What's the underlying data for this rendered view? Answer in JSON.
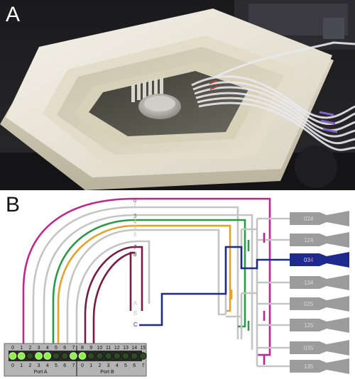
{
  "panels": {
    "a_label": "A",
    "b_label": "B"
  },
  "colors": {
    "magenta": "#c0268e",
    "green": "#2a9a46",
    "orange": "#e8a22c",
    "maroon": "#7a1a45",
    "navy": "#1e2a8c",
    "gray": "#c4c4c4",
    "chip": "#9c9c9c"
  },
  "top_labels": [
    {
      "text": "0",
      "color": "magenta"
    },
    {
      "text": "1",
      "color": "gray"
    },
    {
      "text": "3",
      "color": "green"
    },
    {
      "text": "4",
      "color": "orange"
    },
    {
      "text": "5",
      "color": "gray"
    },
    {
      "text": "6",
      "color": "gray"
    },
    {
      "text": "7",
      "color": "maroon"
    },
    {
      "text": "8",
      "color": "maroon"
    }
  ],
  "mid_labels": [
    {
      "text": "A",
      "color": "gray"
    },
    {
      "text": "B",
      "color": "gray"
    },
    {
      "text": "C",
      "color": "navy"
    }
  ],
  "outputs": [
    {
      "text": "024",
      "active": false
    },
    {
      "text": "124",
      "active": false
    },
    {
      "text": "034",
      "active": true
    },
    {
      "text": "134",
      "active": false
    },
    {
      "text": "025",
      "active": false
    },
    {
      "text": "125",
      "active": false
    },
    {
      "text": "035",
      "active": false
    },
    {
      "text": "135",
      "active": false
    }
  ],
  "port_a": {
    "name": "Port A",
    "numbers": [
      "0",
      "1",
      "2",
      "3",
      "4",
      "5",
      "6",
      "7"
    ],
    "bottom_numbers": [
      "0",
      "1",
      "2",
      "3",
      "4",
      "5",
      "6",
      "7"
    ],
    "lit": [
      true,
      true,
      false,
      true,
      true,
      false,
      false,
      true
    ]
  },
  "port_b": {
    "name": "Port B",
    "numbers": [
      "8",
      "9",
      "10",
      "11",
      "12",
      "13",
      "14",
      "15"
    ],
    "bottom_numbers": [
      "0",
      "1",
      "2",
      "3",
      "4",
      "5",
      "6",
      "7"
    ],
    "lit": [
      true,
      false,
      false,
      false,
      false,
      false,
      false,
      false
    ]
  }
}
